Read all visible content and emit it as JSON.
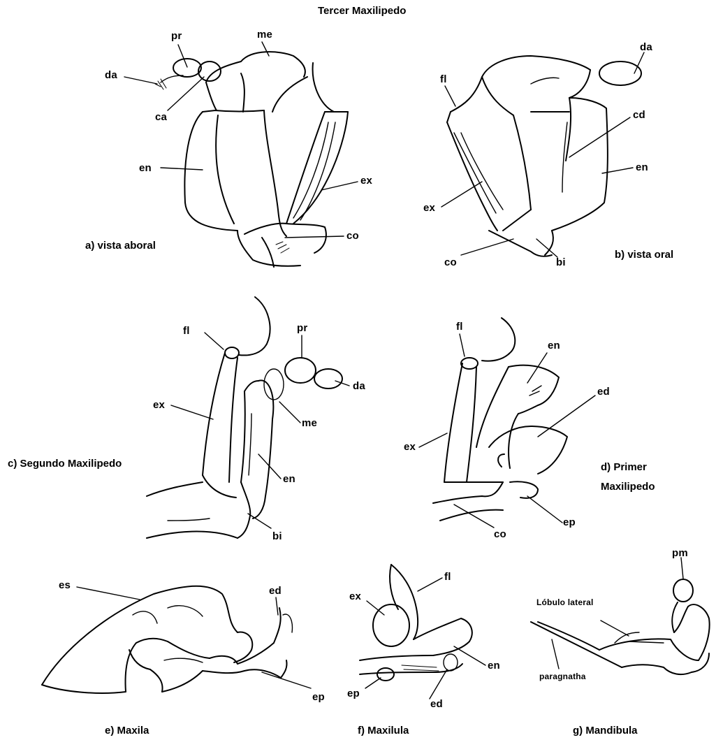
{
  "title": "Tercer Maxilipedo",
  "captions": {
    "a": "a) vista aboral",
    "b": "b) vista oral",
    "c": "c) Segundo Maxilipedo",
    "d1": "d) Primer",
    "d2": "Maxilipedo",
    "e": "e) Maxila",
    "f": "f) Maxilula",
    "g": "g) Mandibula"
  },
  "labels": {
    "a": {
      "pr": "pr",
      "me": "me",
      "da": "da",
      "ca": "ca",
      "en": "en",
      "ex": "ex",
      "co": "co"
    },
    "b": {
      "da": "da",
      "fl": "fl",
      "cd": "cd",
      "en": "en",
      "ex": "ex",
      "co": "co",
      "bi": "bi"
    },
    "c": {
      "fl": "fl",
      "pr": "pr",
      "da": "da",
      "ex": "ex",
      "me": "me",
      "en": "en",
      "bi": "bi"
    },
    "d": {
      "fl": "fl",
      "en": "en",
      "ed": "ed",
      "ex": "ex",
      "co": "co",
      "ep": "ep"
    },
    "e": {
      "es": "es",
      "ed": "ed",
      "ep": "ep"
    },
    "f": {
      "fl": "fl",
      "ex": "ex",
      "en": "en",
      "ep": "ep",
      "ed": "ed"
    },
    "g": {
      "pm": "pm",
      "lobulo": "Lóbulo lateral",
      "paragnatha": "paragnatha"
    }
  },
  "colors": {
    "ink": "#000000",
    "paper": "#ffffff"
  }
}
